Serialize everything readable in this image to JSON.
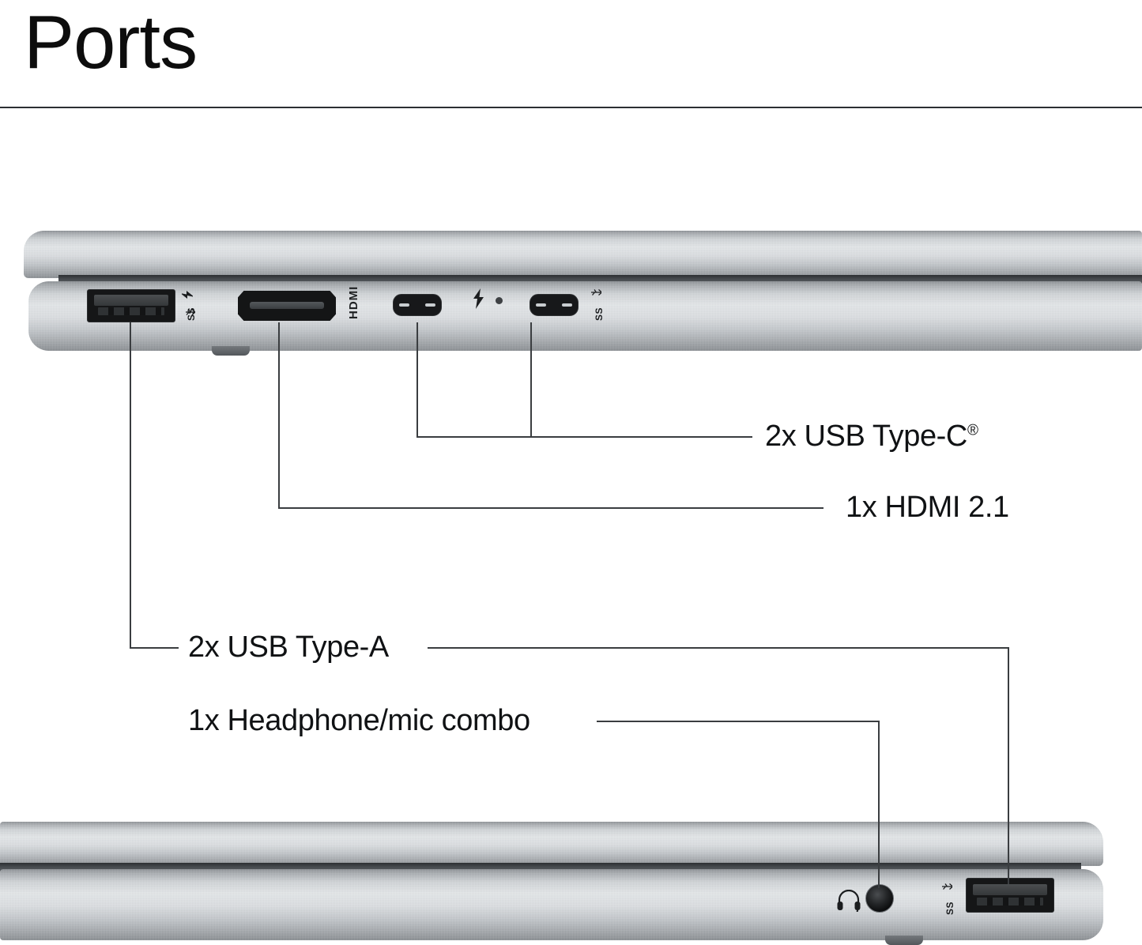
{
  "header": {
    "title": "Ports"
  },
  "callouts": [
    {
      "id": "usb-type-c",
      "label": "2x USB Type-C",
      "suffix": "®",
      "count": "2x",
      "port_type": "USB Type-C",
      "targets": [
        "usb-c-port-1",
        "usb-c-port-2"
      ]
    },
    {
      "id": "hdmi",
      "label": "1x HDMI 2.1",
      "suffix": "",
      "count": "1x",
      "port_type": "HDMI 2.1",
      "targets": [
        "hdmi-port"
      ]
    },
    {
      "id": "usb-type-a",
      "label": "2x USB Type-A",
      "suffix": "",
      "count": "2x",
      "port_type": "USB Type-A",
      "targets": [
        "usb-a-port-top",
        "usb-a-port-bottom"
      ]
    },
    {
      "id": "headphone-mic",
      "label": "1x Headphone/mic combo",
      "suffix": "",
      "count": "1x",
      "port_type": "Headphone/mic combo",
      "targets": [
        "headphone-jack"
      ]
    }
  ],
  "port_markings": {
    "hdmi_label": "HDMI",
    "superspeed_label": "SS",
    "usb_trident": "⸮",
    "thunderbolt": "⚡",
    "headset_icon": "headset-icon",
    "led_indicator": "led-indicator-dot"
  },
  "devices": [
    {
      "id": "laptop-top",
      "view": "left-side-edge",
      "ports": [
        {
          "name": "usb-a-port-top",
          "type": "USB Type-A",
          "marking": "SS⚡"
        },
        {
          "name": "hdmi-port",
          "type": "HDMI 2.1",
          "marking": "HDMI"
        },
        {
          "name": "usb-c-port-1",
          "type": "USB Type-C",
          "marking": "⚡"
        },
        {
          "name": "usb-c-port-2",
          "type": "USB Type-C",
          "marking": "SS⚡"
        }
      ]
    },
    {
      "id": "laptop-bottom",
      "view": "right-side-edge",
      "ports": [
        {
          "name": "headphone-jack",
          "type": "Headphone/mic combo",
          "marking": "headset"
        },
        {
          "name": "usb-a-port-bottom",
          "type": "USB Type-A",
          "marking": "SS⚡"
        }
      ]
    }
  ],
  "colors": {
    "background": "#ffffff",
    "text": "#101214",
    "rule": "#2b2f33",
    "leader_line": "#3a3d40",
    "chassis_light": "#e2e5e7",
    "chassis_mid": "#c2c6ca",
    "chassis_dark": "#8a8e92",
    "seam": "#2c2f32",
    "port_cavity": "#151617"
  }
}
